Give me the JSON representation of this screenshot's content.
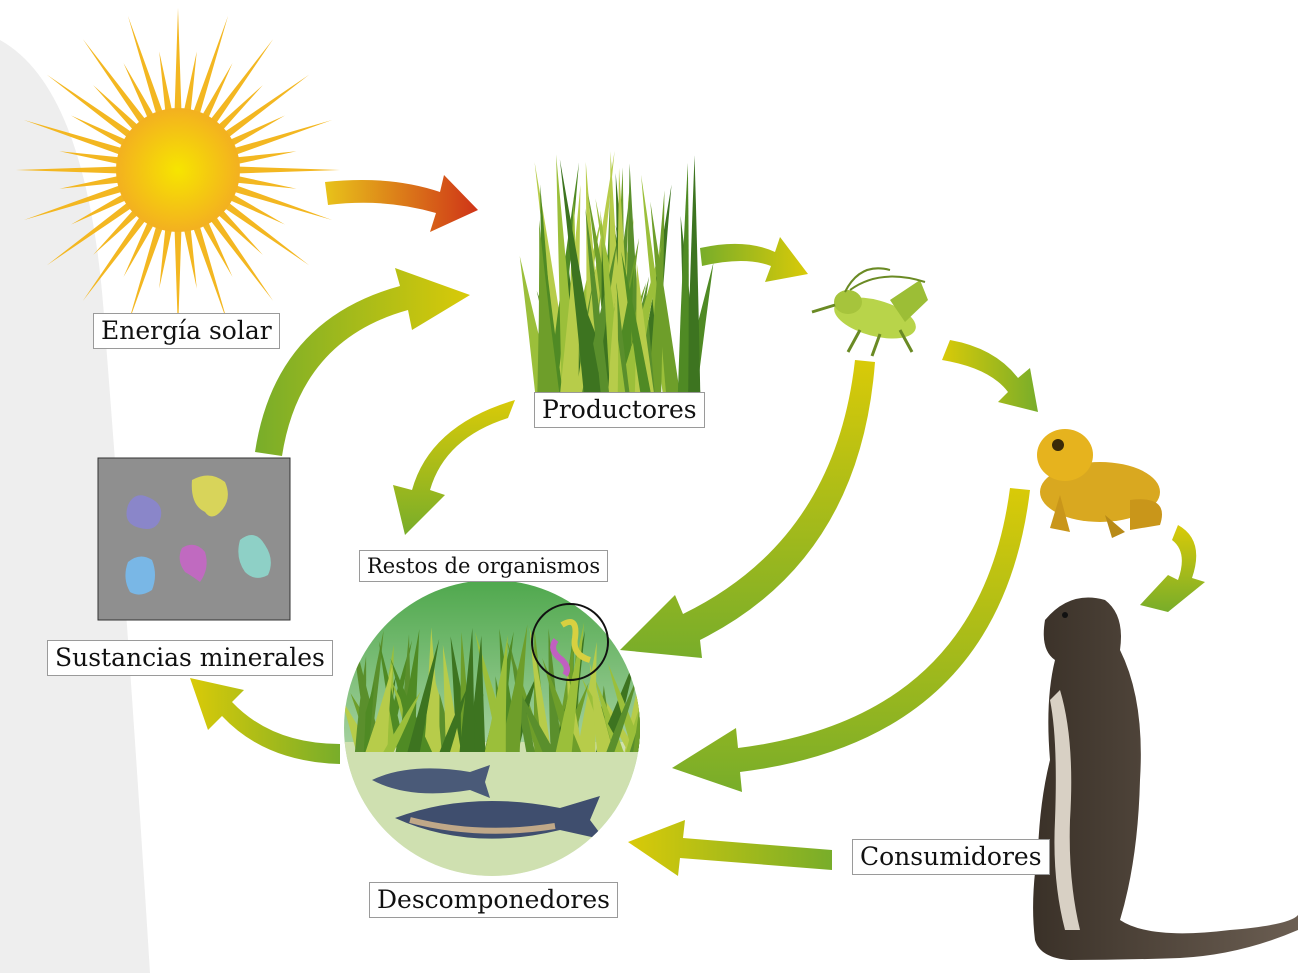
{
  "labels": {
    "solar": "Energía solar",
    "producers": "Productores",
    "remains": "Restos de organismos",
    "minerals": "Sustancias minerales",
    "decomposers": "Descomponedores",
    "consumers": "Consumidores"
  },
  "colors": {
    "arrow_green": "#7db02a",
    "arrow_yellow": "#d9c80a",
    "sun_arrow_red": "#d03a1a",
    "sun_core": "#f5dc10",
    "sun_rays": "#f3b721",
    "mineral_box": "#8f8f8f"
  },
  "icons": [
    "sun-icon",
    "grass-icon",
    "grasshopper-icon",
    "frog-icon",
    "otter-icon",
    "fish-icon",
    "mineral-blobs-icon"
  ]
}
